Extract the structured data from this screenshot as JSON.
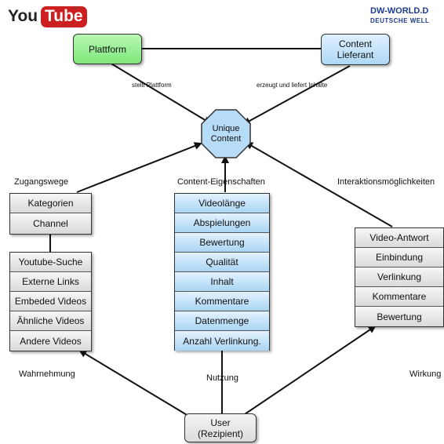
{
  "logo": {
    "you": "You",
    "tube": "Tube",
    "tm": "™"
  },
  "dw": {
    "line1": "DW-WORLD.D",
    "line2": "DEUTSCHE WELL"
  },
  "nodes": {
    "plattform": "Plattform",
    "content_lieferant": "Content Lieferant",
    "unique_content": "Unique Content",
    "user": "User (Rezipient)"
  },
  "edge_labels": {
    "stellt_plattform": "stellt Plattform",
    "erzeugt": "erzeugt und liefert Inhalte"
  },
  "section_labels": {
    "zugangswege": "Zugangswege",
    "content_eigenschaften": "Content-Eigenschaften",
    "interaktion": "Interaktionsmöglichkeiten",
    "wahrnehmung": "Wahrnehmung",
    "nutzung": "Nutzung",
    "wirkung": "Wirkung"
  },
  "zugang_top": [
    "Kategorien",
    "Channel"
  ],
  "zugang_bottom": [
    "Youtube-Suche",
    "Externe Links",
    "Embeded Videos",
    "Ähnliche Videos",
    "Andere Videos"
  ],
  "eigenschaften": [
    "Videolänge",
    "Abspielungen",
    "Bewertung",
    "Qualität",
    "Inhalt",
    "Kommentare",
    "Datenmenge",
    "Anzahl Verlinkung."
  ],
  "interaktion": [
    "Video-Antwort",
    "Einbindung",
    "Verlinkung",
    "Kommentare",
    "Bewertung"
  ],
  "colors": {
    "green": "#8eed8a",
    "blue": "#b7dcf7",
    "grey": "#e2e2e2",
    "youtube_red": "#cc1f1f",
    "dw_blue": "#1d3b8f"
  }
}
